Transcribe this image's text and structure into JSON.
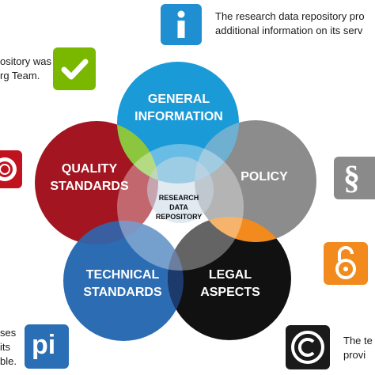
{
  "diagram": {
    "circles": {
      "general": {
        "line1": "GENERAL",
        "line2": "INFORMATION",
        "color": "#1a9ad6"
      },
      "policy": {
        "line1": "POLICY",
        "color": "#8c8c8c"
      },
      "quality": {
        "line1": "QUALITY",
        "line2": "STANDARDS",
        "color": "#a31621"
      },
      "technical": {
        "line1": "TECHNICAL",
        "line2": "STANDARDS",
        "color": "#2b6cb3"
      },
      "legal": {
        "line1": "LEGAL",
        "line2": "ASPECTS",
        "color": "#111111"
      }
    },
    "center": {
      "line1": "RESEARCH",
      "line2": "DATA",
      "line3": "REPOSITORY"
    },
    "overlap_colors": {
      "general_quality": "#8cc63f",
      "general_policy": "#6fb0d0",
      "policy_legal": "#f28a1e",
      "quality_technical": "#3a5fa0",
      "technical_legal": "#1c3a6b",
      "center": "#c9d9e6"
    }
  },
  "annotations": {
    "info": {
      "line1": "The research data repository pro",
      "line2": "additional information on its serv"
    },
    "check": {
      "line1": "ository was",
      "line2": "rg Team."
    },
    "pi": {
      "line1": "ses",
      "line2": "its",
      "line3": "ble."
    },
    "copyright": {
      "line1": "The te",
      "line2": "provi"
    }
  },
  "icons": {
    "info": {
      "glyph": "i",
      "color": "#1f8fd1"
    },
    "check": {
      "glyph": "✓",
      "color": "#7ab800"
    },
    "seal": {
      "color": "#c1121f"
    },
    "paragraph": {
      "glyph": "§",
      "color": "#8a8a8a"
    },
    "open_access": {
      "color": "#f28a1e"
    },
    "pi": {
      "glyph": "pi",
      "color": "#2a6fb5"
    },
    "copyright": {
      "glyph": "©",
      "color": "#1a1a1a"
    }
  }
}
